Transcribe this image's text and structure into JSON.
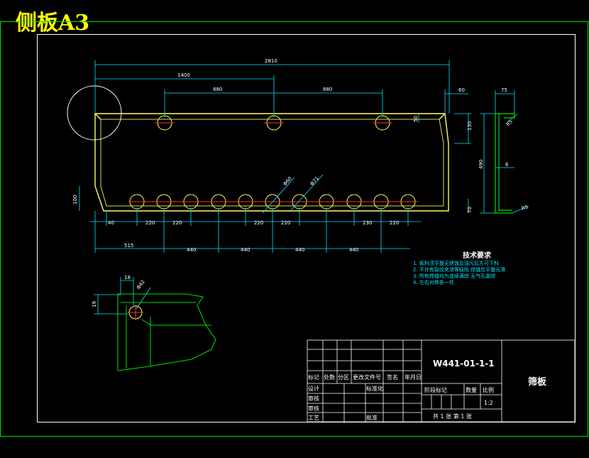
{
  "title": "侧板A3",
  "dims": {
    "overall": "2810",
    "d1400": "1400",
    "d880a": "880",
    "d880b": "880",
    "d60": "60",
    "d75": "75",
    "d130": "130",
    "d50": "50",
    "d490": "490",
    "d6": "6",
    "r65": "R5",
    "r65b": "R5",
    "d70": "70",
    "d100": "100",
    "d40": "40",
    "d220a": "220",
    "d220b": "220",
    "d220c": "220",
    "d220d": "220",
    "d230": "230",
    "d220e": "220",
    "d515": "515",
    "d440a": "440",
    "d440b": "440",
    "d440c": "440",
    "d440d": "440",
    "phi60": "Φ60",
    "phi71": "Φ71",
    "d18": "18",
    "d19": "19",
    "phi42": "Φ42"
  },
  "notes": {
    "heading": "技术要求",
    "lines": [
      "1. 板料须平整无锈蚀及油污后方可下料",
      "2. 不许有裂纹夹渣等缺陷  焊缝应平整光滑",
      "3. 所有焊缝均为连续满焊  无气孔漏焊",
      "4. 左右对称各一件"
    ]
  },
  "titleblock": {
    "drawing_no": "W441-01-1-1",
    "part_name": "筛板",
    "h_mark": "标记",
    "h_qty": "处数",
    "h_zone": "分区",
    "h_doc": "更改文件号",
    "h_sign": "签名",
    "h_date": "年月日",
    "r_design": "设计",
    "r_std": "标准化",
    "r_check": "审核",
    "r_proc": "工艺",
    "r_approve": "批准",
    "r_review": "审核",
    "stage": "阶段标记",
    "weight": "数量",
    "scale_h": "比例",
    "scale": "1:2",
    "sheets": "共 1 张    第 1 张"
  }
}
